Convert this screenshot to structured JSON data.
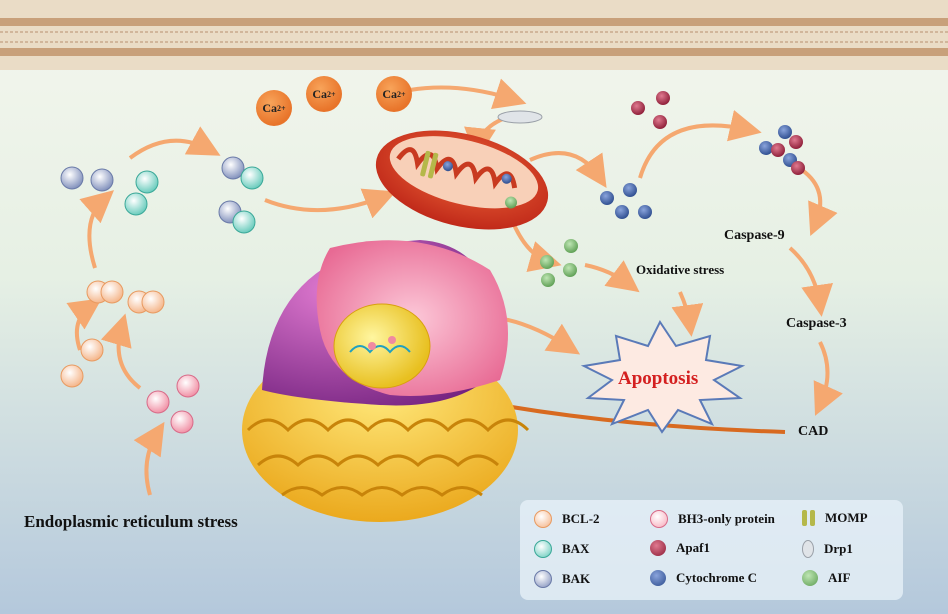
{
  "calcium": {
    "ion": "Ca",
    "charge": "2+"
  },
  "labels": {
    "caspase9": "Caspase-9",
    "caspase3": "Caspase-3",
    "cad": "CAD",
    "oxidative": "Oxidative stress",
    "apoptosis": "Apoptosis",
    "er_stress": "Endoplasmic reticulum stress"
  },
  "legend": [
    {
      "label": "BCL-2",
      "color": "#f4b183"
    },
    {
      "label": "BH3-only protein",
      "color": "#f7a8b8"
    },
    {
      "label": "MOMP",
      "color": "#b5b84a"
    },
    {
      "label": "BAX",
      "color": "#5fc8b8"
    },
    {
      "label": "Apaf1",
      "color": "#a8304a"
    },
    {
      "label": "Drp1",
      "color": "#c8ccd0"
    },
    {
      "label": "BAK",
      "color": "#7a8ab8"
    },
    {
      "label": "Cytochrome C",
      "color": "#3a5a9c"
    },
    {
      "label": "AIF",
      "color": "#7ab870"
    }
  ],
  "colors": {
    "arrow": "#f5a870",
    "apoptosis_text": "#d42020",
    "cad_arrow": "#d86a20"
  }
}
